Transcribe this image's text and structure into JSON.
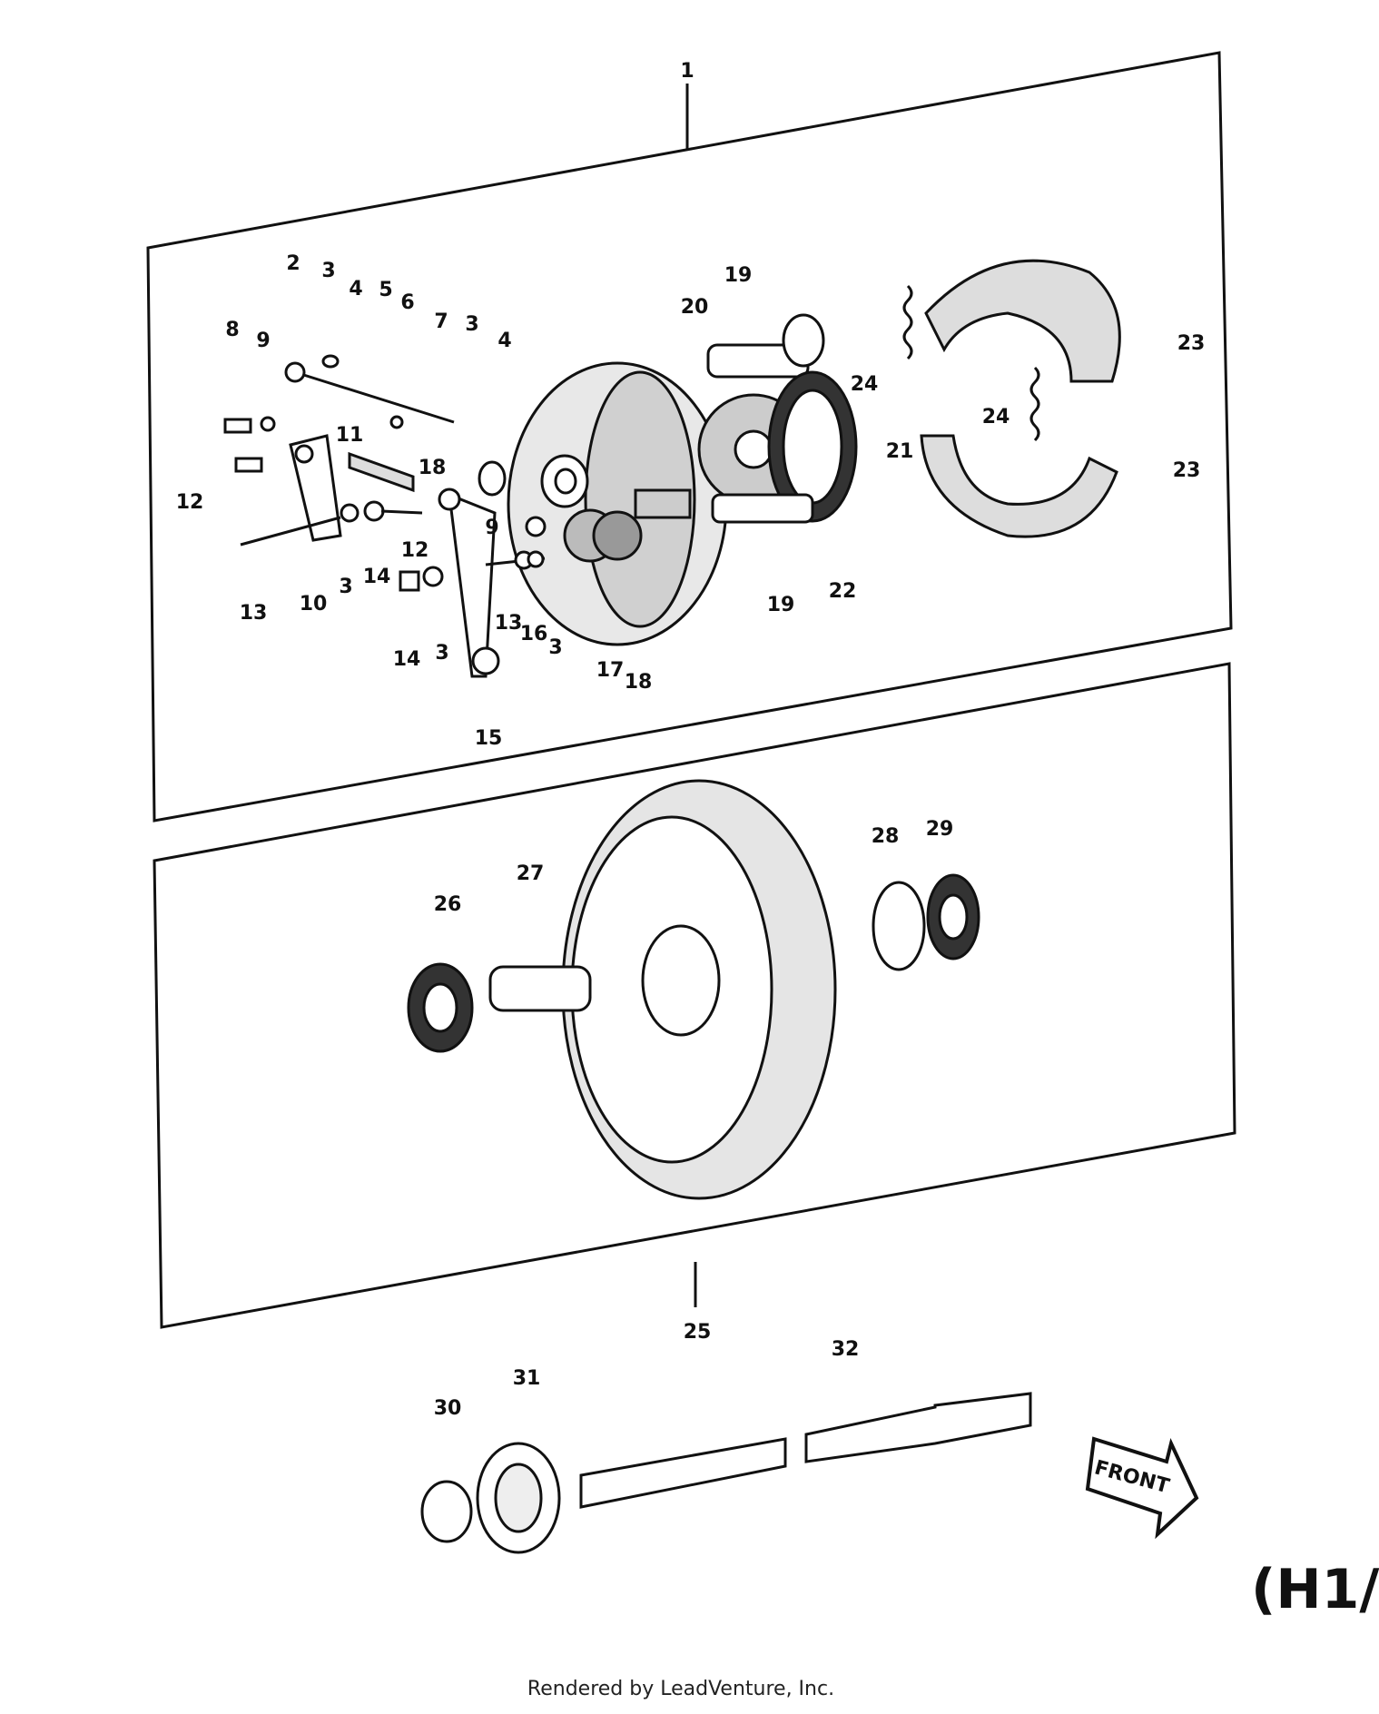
{
  "diagram": {
    "callouts": {
      "c1": "1",
      "c2": "2",
      "c3a": "3",
      "c4a": "4",
      "c5": "5",
      "c6": "6",
      "c7": "7",
      "c3b": "3",
      "c4b": "4",
      "c8": "8",
      "c9a": "9",
      "c11": "11",
      "c18a": "18",
      "c12a": "12",
      "c12b": "12",
      "c10": "10",
      "c3c": "3",
      "c14a": "14",
      "c9b": "9",
      "c13a": "13",
      "c13b": "13",
      "c16": "16",
      "c3d": "3",
      "c14b": "14",
      "c3e": "3",
      "c15": "15",
      "c17": "17",
      "c18b": "18",
      "c19a": "19",
      "c19b": "19",
      "c20": "20",
      "c21": "21",
      "c22": "22",
      "c23a": "23",
      "c23b": "23",
      "c24a": "24",
      "c24b": "24",
      "c25": "25",
      "c26": "26",
      "c27": "27",
      "c28": "28",
      "c29": "29",
      "c30": "30",
      "c31": "31",
      "c32": "32"
    },
    "front_label": "FRONT",
    "model_code": "(H1/",
    "footer": "Rendered by LeadVenture, Inc."
  },
  "icons": [
    "front-arrow-icon"
  ]
}
